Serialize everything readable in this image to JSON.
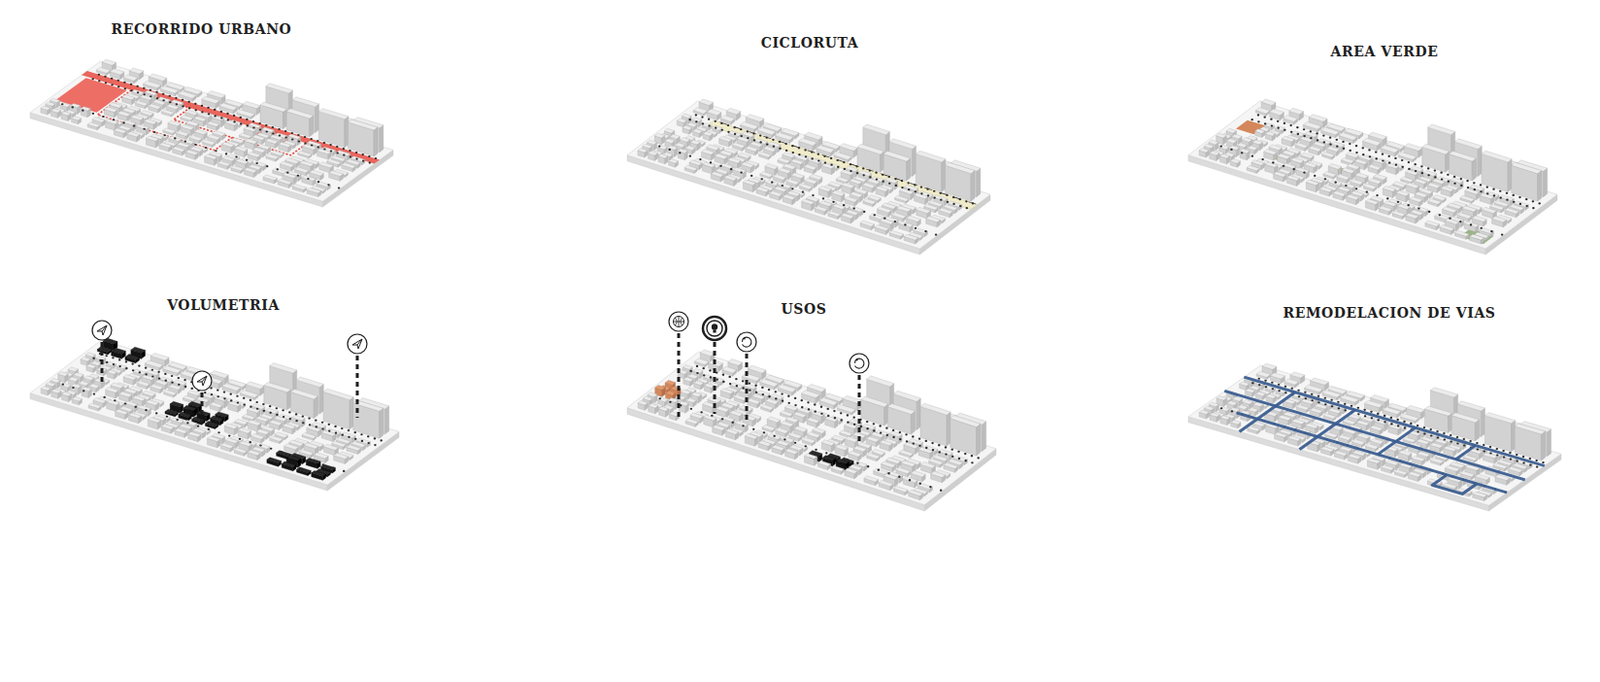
{
  "diagram": {
    "nodes": [
      {
        "text": [
          "RECORRIDO URBANO"
        ]
      },
      {
        "text": [
          "CICLORUTA"
        ]
      },
      {
        "text": [
          "AREA VERDE"
        ]
      },
      {
        "text": [
          "VOLUMETRIA"
        ]
      },
      {
        "text": [
          "USOS"
        ]
      },
      {
        "text": [
          "REMODELACION DE VIAS"
        ]
      }
    ]
  }
}
